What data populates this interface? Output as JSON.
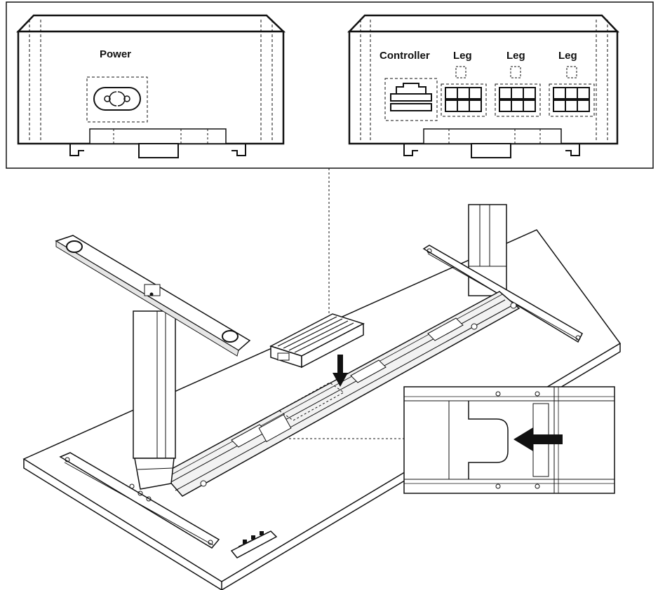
{
  "callout": {
    "left_box": {
      "label_power": "Power"
    },
    "right_box": {
      "label_controller": "Controller",
      "label_leg_1": "Leg",
      "label_leg_2": "Leg",
      "label_leg_3": "Leg"
    }
  },
  "colors": {
    "line": "#111111",
    "fill": "#ffffff",
    "metal": "#e6e6e6",
    "dark": "#1a1a1a"
  }
}
